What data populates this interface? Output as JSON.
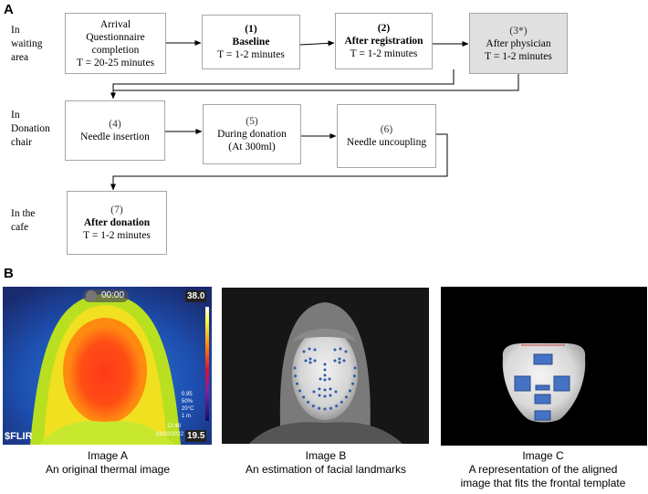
{
  "panel_a": {
    "letter": "A",
    "rows": [
      {
        "label_l1": "In",
        "label_l2": "waiting",
        "label_l3": "area"
      },
      {
        "label_l1": "In",
        "label_l2": "Donation",
        "label_l3": "chair"
      },
      {
        "label_l1": "In the",
        "label_l2": "cafe"
      }
    ],
    "boxes": {
      "arrival": {
        "l1": "Arrival",
        "l2": "Questionnaire",
        "l3": "completion",
        "l4": "T = 20-25  minutes"
      },
      "baseline": {
        "num": "(1)",
        "title": "Baseline",
        "time": "T = 1-2  minutes"
      },
      "registration": {
        "num": "(2)",
        "title": "After registration",
        "time": "T = 1-2  minutes"
      },
      "physician": {
        "num": "(3*)",
        "title": "After physician",
        "time": "T = 1-2  minutes"
      },
      "needle_insertion": {
        "num": "(4)",
        "title": "Needle insertion"
      },
      "during_donation": {
        "num": "(5)",
        "title": "During donation",
        "sub": "(At 300ml)"
      },
      "needle_uncoupling": {
        "num": "(6)",
        "title": "Needle uncoupling"
      },
      "after_donation": {
        "num": "(7)",
        "title": "After donation",
        "time": "T = 1-2  minutes"
      }
    }
  },
  "panel_b": {
    "letter": "B",
    "flir": {
      "timer": "00:00",
      "scale_max": "38.0",
      "scale_min": "19.5",
      "logo": "$FLIR",
      "params": [
        "0.95",
        "50%",
        "20°C",
        "1 m"
      ],
      "time": "12:48",
      "date": "03/02/2022"
    },
    "captions": {
      "image_a": {
        "l1": "Image A",
        "l2": "An original thermal image"
      },
      "image_b": {
        "l1": "Image B",
        "l2": "An estimation of facial landmarks"
      },
      "image_c": {
        "l1": "Image C",
        "l2": "A representation of the aligned",
        "l3": "image that fits the frontal template"
      }
    }
  },
  "colors": {
    "box_border": "#a6a6a6",
    "shaded_box": "#e0e0e0",
    "arrow": "#000000",
    "landmark": "#2e5aa8",
    "template_rect": "#4472c4"
  }
}
